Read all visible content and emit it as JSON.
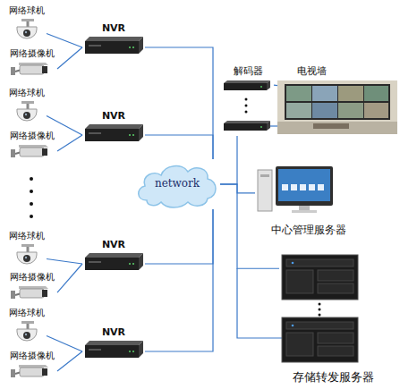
{
  "diagram": {
    "nodes": [
      {
        "text": [
          "网络球机"
        ]
      },
      {
        "text": [
          "网络摄像机"
        ]
      },
      {
        "text": [
          "NVR"
        ]
      },
      {
        "text": [
          "网络球机"
        ]
      },
      {
        "text": [
          "网络摄像机"
        ]
      },
      {
        "text": [
          "NVR"
        ]
      },
      {
        "text": [
          "网络球机"
        ]
      },
      {
        "text": [
          "网络摄像机"
        ]
      },
      {
        "text": [
          "NVR"
        ]
      },
      {
        "text": [
          "网络球机"
        ]
      },
      {
        "text": [
          "网络摄像机"
        ]
      },
      {
        "text": [
          "NVR"
        ]
      },
      {
        "text": [
          "network"
        ]
      },
      {
        "text": [
          "解码器"
        ]
      },
      {
        "text": [
          "电视墙"
        ]
      },
      {
        "text": [
          "中心管理服务器"
        ]
      },
      {
        "text": [
          "存储转发服务器"
        ]
      }
    ],
    "edges": [
      {
        "from": 0,
        "to": 2,
        "arrow": "none"
      },
      {
        "from": 1,
        "to": 2,
        "arrow": "none"
      },
      {
        "from": 3,
        "to": 5,
        "arrow": "none"
      },
      {
        "from": 4,
        "to": 5,
        "arrow": "none"
      },
      {
        "from": 6,
        "to": 8,
        "arrow": "none"
      },
      {
        "from": 7,
        "to": 8,
        "arrow": "none"
      },
      {
        "from": 9,
        "to": 11,
        "arrow": "none"
      },
      {
        "from": 10,
        "to": 11,
        "arrow": "none"
      },
      {
        "from": 2,
        "to": 12,
        "arrow": "none"
      },
      {
        "from": 5,
        "to": 12,
        "arrow": "none"
      },
      {
        "from": 8,
        "to": 12,
        "arrow": "none"
      },
      {
        "from": 11,
        "to": 12,
        "arrow": "none"
      },
      {
        "from": 12,
        "to": 13,
        "arrow": "none"
      },
      {
        "from": 13,
        "to": 14,
        "arrow": "none"
      },
      {
        "from": 12,
        "to": 15,
        "arrow": "none"
      },
      {
        "from": 12,
        "to": 16,
        "arrow": "none"
      }
    ]
  }
}
